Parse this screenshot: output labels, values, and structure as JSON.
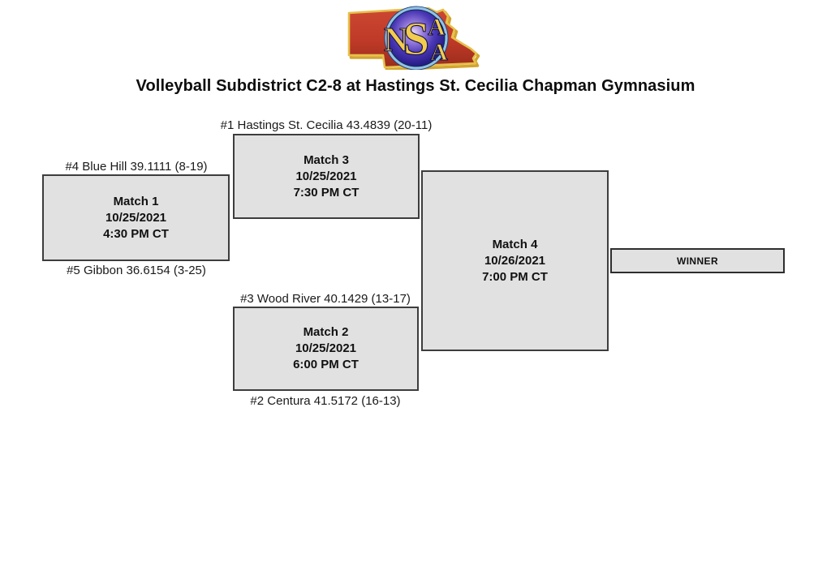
{
  "page": {
    "title": "Volleyball Subdistrict C2-8 at Hastings St. Cecilia Chapman Gymnasium"
  },
  "logo": {
    "organization": "NSAA",
    "letters": "NSAA"
  },
  "bracket": {
    "matches": [
      {
        "name": "Match 1",
        "date": "10/25/2021",
        "time": "4:30 PM CT",
        "top_seed": "#4 Blue Hill 39.1111 (8-19)",
        "bottom_seed": "#5 Gibbon 36.6154 (3-25)"
      },
      {
        "name": "Match 2",
        "date": "10/25/2021",
        "time": "6:00 PM CT",
        "top_seed": "#3 Wood River 40.1429 (13-17)",
        "bottom_seed": "#2 Centura 41.5172 (16-13)"
      },
      {
        "name": "Match 3",
        "date": "10/25/2021",
        "time": "7:30 PM CT",
        "top_seed": "#1 Hastings St. Cecilia 43.4839 (20-11)"
      },
      {
        "name": "Match 4",
        "date": "10/26/2021",
        "time": "7:00 PM CT"
      }
    ],
    "winner_label": "WINNER"
  },
  "colors": {
    "box_fill": "#e1e1e1",
    "box_border": "#3d3d3d",
    "logo_red": "#c13c29",
    "logo_gold": "#e7c04a",
    "logo_blue_dark": "#18105a",
    "logo_letter_gold": "#f2cc4c"
  }
}
